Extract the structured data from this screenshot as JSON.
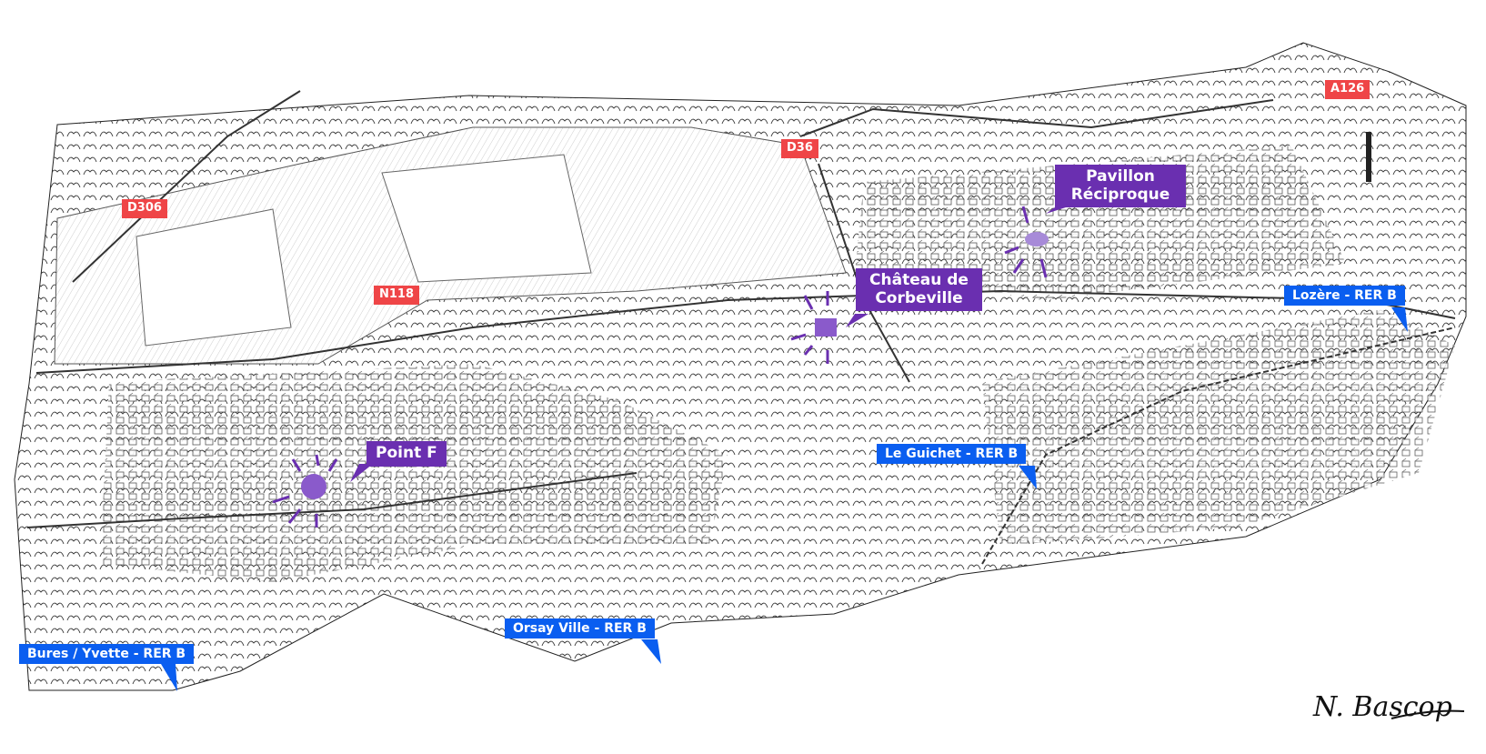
{
  "roads": [
    {
      "id": "d306",
      "label": "D306"
    },
    {
      "id": "n118",
      "label": "N118"
    },
    {
      "id": "d36",
      "label": "D36"
    },
    {
      "id": "a126",
      "label": "A126"
    }
  ],
  "places": [
    {
      "id": "pavillon",
      "label": "Pavillon Réciproque"
    },
    {
      "id": "chateau",
      "label": "Château de Corbeville"
    },
    {
      "id": "pointf",
      "label": "Point F"
    }
  ],
  "stations": [
    {
      "id": "lozere",
      "label": "Lozère - RER B"
    },
    {
      "id": "guichet",
      "label": "Le Guichet - RER B"
    },
    {
      "id": "orsay",
      "label": "Orsay Ville - RER B"
    },
    {
      "id": "bures",
      "label": "Bures / Yvette - RER B"
    }
  ],
  "signature": "N. Bascop",
  "colors": {
    "road": "#ef4547",
    "place": "#6a2fb0",
    "station": "#0a5ef0"
  }
}
